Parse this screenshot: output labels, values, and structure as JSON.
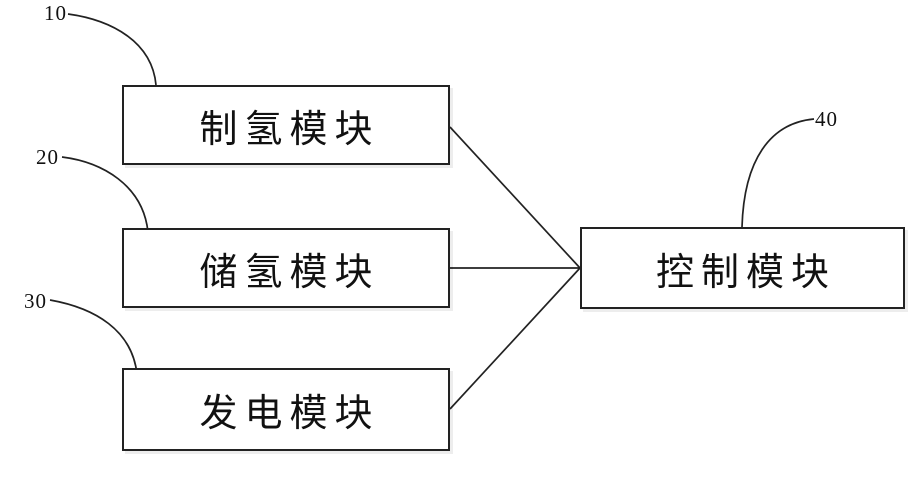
{
  "diagram": {
    "title": "hydrogen-system-block-diagram",
    "colors": {
      "line": "#222222",
      "background": "#ffffff",
      "box_fill": "#ffffff"
    },
    "nodes": [
      {
        "ref_label": "10",
        "text": "制氢模块"
      },
      {
        "ref_label": "20",
        "text": "储氢模块"
      },
      {
        "ref_label": "30",
        "text": "发电模块"
      },
      {
        "ref_label": "40",
        "text": "控制模块"
      }
    ],
    "edges": [
      {
        "from": "10",
        "to": "40"
      },
      {
        "from": "20",
        "to": "40"
      },
      {
        "from": "30",
        "to": "40"
      }
    ]
  }
}
